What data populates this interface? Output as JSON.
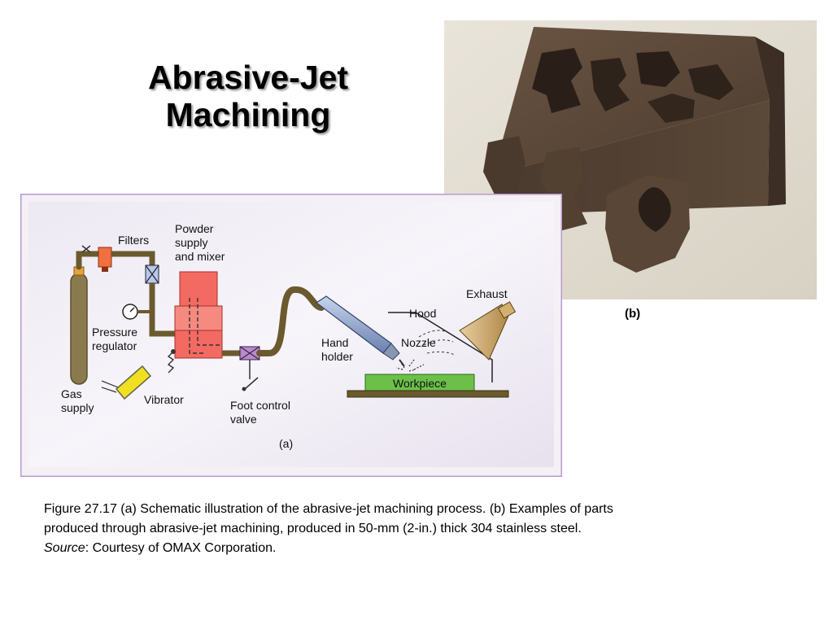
{
  "slide": {
    "title_line1": "Abrasive-Jet",
    "title_line2": "Machining"
  },
  "photo": {
    "label": "(b)"
  },
  "schematic": {
    "label": "(a)",
    "labels": {
      "filters": "Filters",
      "powder_line1": "Powder",
      "powder_line2": "supply",
      "powder_line3": "and mixer",
      "pressure_line1": "Pressure",
      "pressure_line2": "regulator",
      "gas_line1": "Gas",
      "gas_line2": "supply",
      "vibrator": "Vibrator",
      "foot_line1": "Foot control",
      "foot_line2": "valve",
      "hand_line1": "Hand",
      "hand_line2": "holder",
      "nozzle": "Nozzle",
      "hood": "Hood",
      "exhaust": "Exhaust",
      "workpiece": "Workpiece"
    }
  },
  "caption": {
    "line1": "Figure 27.17  (a)  Schematic illustration of the abrasive-jet machining process.  (b)  Examples of parts",
    "line2": "produced through abrasive-jet machining, produced in 50-mm (2-in.) thick 304 stainless steel.",
    "source_label": "Source",
    "source_text": ":  Courtesy of OMAX Corporation."
  },
  "colors": {
    "pipe": "#6b5a2e",
    "powder_unit": "#f26a62",
    "filter": "#f07040",
    "valve": "#b88cc8",
    "workpiece": "#6cc04a",
    "vibrator": "#f0e020",
    "holder": "#8aa0c8"
  }
}
